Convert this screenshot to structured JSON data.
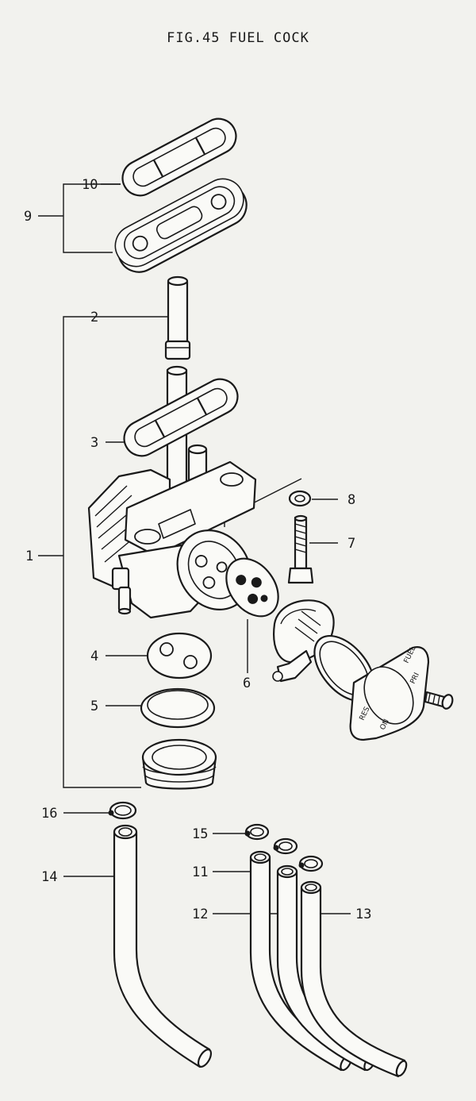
{
  "figure": {
    "title": "FIG.45  FUEL COCK"
  },
  "callouts": [
    {
      "id": "1",
      "text": "1"
    },
    {
      "id": "2",
      "text": "2"
    },
    {
      "id": "3",
      "text": "3"
    },
    {
      "id": "4",
      "text": "4"
    },
    {
      "id": "5",
      "text": "5"
    },
    {
      "id": "6",
      "text": "6"
    },
    {
      "id": "7",
      "text": "7"
    },
    {
      "id": "8",
      "text": "8"
    },
    {
      "id": "9",
      "text": "9"
    },
    {
      "id": "10",
      "text": "10"
    },
    {
      "id": "11",
      "text": "11"
    },
    {
      "id": "12",
      "text": "12"
    },
    {
      "id": "13",
      "text": "13"
    },
    {
      "id": "14",
      "text": "14"
    },
    {
      "id": "15",
      "text": "15"
    },
    {
      "id": "16",
      "text": "16"
    }
  ],
  "plate_markings": {
    "fuel": "FUEL",
    "pri": "PRI",
    "res": "RES",
    "on": "ON"
  },
  "colors": {
    "ink": "#1a1a1a",
    "paper": "#f2f2ee"
  }
}
